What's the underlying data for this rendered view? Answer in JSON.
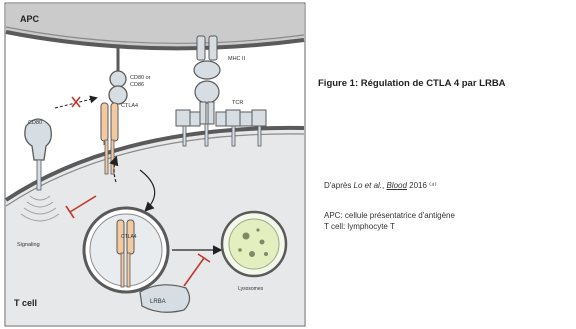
{
  "figure_title": "Figure 1: Régulation de CTLA 4 par LRBA",
  "source": {
    "prefix": "D'après ",
    "authors": "Lo et al.",
    "separator": ", ",
    "journal": "Blood",
    "suffix": " 2016 ⁽⁴⁾"
  },
  "legend": {
    "apc": "APC: cellule présentatrice d'antigène",
    "t_cell": "T cell: lymphocyte T"
  },
  "diagram": {
    "apc_label": "APC",
    "t_cell_label": "T cell",
    "cd80_label": "CD80",
    "cd80_cd86_line1": "CD80 or",
    "cd80_cd86_line2": "CD86",
    "ctla4_label": "CTLA4",
    "mhc_label": "MHC II",
    "tcr_label": "TCR",
    "signaling_label": "Signaling",
    "vesicle_ctla4_label": "CTLA4",
    "lrba_label": "LRBA",
    "lysosome_label": "Lysosomes"
  },
  "colors": {
    "apc_fill": "#cbcbcb",
    "cell_fill": "#e7e8ea",
    "membrane_stroke": "#5a5a5a",
    "ctla4_fill": "#f2c9a0",
    "receptor_fill": "#d6dde3",
    "lysosome_fill": "#e3efbf",
    "inhibition_red": "#c0392b"
  }
}
